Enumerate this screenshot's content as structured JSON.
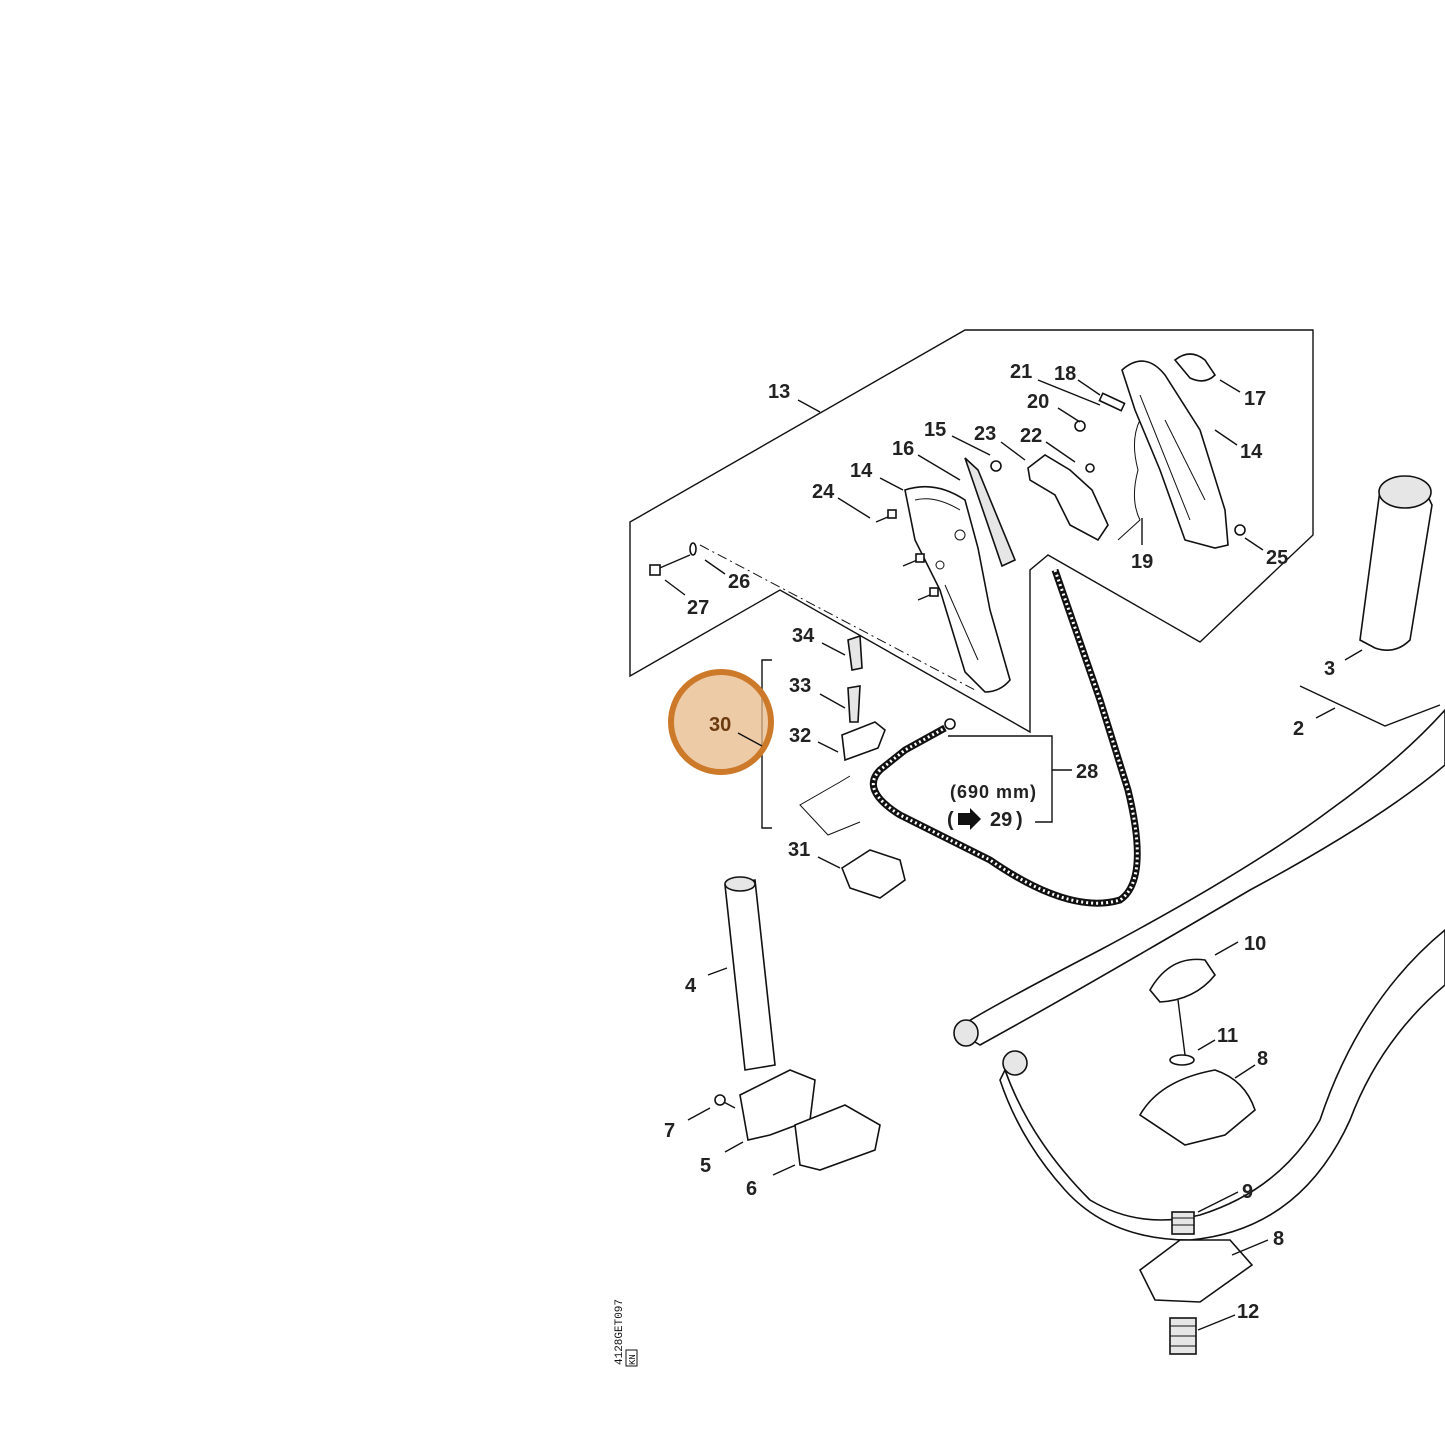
{
  "diagram": {
    "highlight": {
      "label": "30",
      "ring_color": "#cc7a2a",
      "fill_color": "#e8b98a"
    },
    "labels": [
      {
        "id": "p13",
        "text": "13"
      },
      {
        "id": "p21",
        "text": "21"
      },
      {
        "id": "p18",
        "text": "18"
      },
      {
        "id": "p17",
        "text": "17"
      },
      {
        "id": "p20",
        "text": "20"
      },
      {
        "id": "p15",
        "text": "15"
      },
      {
        "id": "p23",
        "text": "23"
      },
      {
        "id": "p22",
        "text": "22"
      },
      {
        "id": "p14a",
        "text": "14"
      },
      {
        "id": "p16",
        "text": "16"
      },
      {
        "id": "p14b",
        "text": "14"
      },
      {
        "id": "p24",
        "text": "24"
      },
      {
        "id": "p19",
        "text": "19"
      },
      {
        "id": "p25",
        "text": "25"
      },
      {
        "id": "p26",
        "text": "26"
      },
      {
        "id": "p27",
        "text": "27"
      },
      {
        "id": "p34",
        "text": "34"
      },
      {
        "id": "p33",
        "text": "33"
      },
      {
        "id": "p32",
        "text": "32"
      },
      {
        "id": "p28",
        "text": "28"
      },
      {
        "id": "p31",
        "text": "31"
      },
      {
        "id": "p3",
        "text": "3"
      },
      {
        "id": "p2",
        "text": "2"
      },
      {
        "id": "p10",
        "text": "10"
      },
      {
        "id": "p4",
        "text": "4"
      },
      {
        "id": "p11",
        "text": "11"
      },
      {
        "id": "p8a",
        "text": "8"
      },
      {
        "id": "p7",
        "text": "7"
      },
      {
        "id": "p5",
        "text": "5"
      },
      {
        "id": "p6",
        "text": "6"
      },
      {
        "id": "p9",
        "text": "9"
      },
      {
        "id": "p8b",
        "text": "8"
      },
      {
        "id": "p12",
        "text": "12"
      }
    ],
    "cable_length": "(690 mm)",
    "ref_part": "29",
    "ref_paren_open": "(",
    "ref_paren_close": ")",
    "arrow_icon": "right-arrow-icon",
    "drawing_code": "4128GET097",
    "drawing_tag": "KN"
  }
}
